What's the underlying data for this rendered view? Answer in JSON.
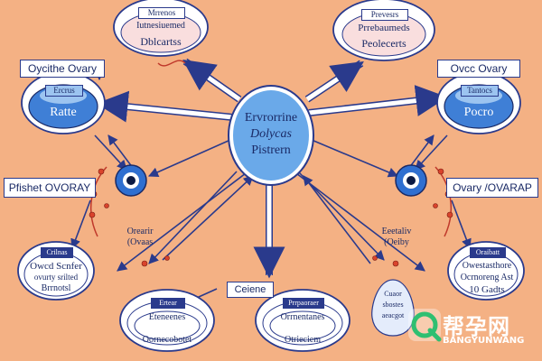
{
  "center": {
    "lines": [
      "Ervrorrine",
      "Dolycas",
      "Pistrern"
    ]
  },
  "labels": {
    "top_left_tag": "Mrrenos",
    "top_left": [
      "Iutnesiuemed",
      "Dblcartss"
    ],
    "top_right_tag": "Prevesrs",
    "top_right": [
      "Prrebaumeds",
      "Peolecerts"
    ],
    "left_box": "Oycithe Ovary",
    "right_box": "Ovcc Ovary",
    "left_oval_tag": "Ercrus",
    "left_oval": "Ratte",
    "right_oval_tag": "Tantocs",
    "right_oval": "Pocro",
    "left_mid_box": "Pfishet OVORAY",
    "right_mid_box": "Ovary /OVARAP",
    "left_small": [
      "Orearir",
      "(Ovaas"
    ],
    "right_small": [
      "Eeetaliv",
      "(Oeiby"
    ],
    "bl_tag": "Crilnas",
    "bl_oval": [
      "Owcd Scnfer",
      "ovurty srilted",
      "Brrnotsl"
    ],
    "br_tag": "Oraibatt",
    "br_oval": [
      "Owestasthore",
      "Ocrnoreng Ast",
      "10 Gadts"
    ],
    "bottom_box": "Ceiene",
    "bc_left_tag": "Ertear",
    "bc_left": [
      "Eteneenes",
      "Oornecobotet"
    ],
    "bc_right_tag": "Prrpaoraer",
    "bc_right": [
      "Orrnentanes",
      "Otrieciem"
    ],
    "egg": [
      "Cuaor",
      "sbostes",
      "aeacgot"
    ]
  },
  "watermark": {
    "cn": "帮孕网",
    "en": "BANGYUNWANG"
  },
  "colors": {
    "background": "#f4b184",
    "accent": "#2a3a8c",
    "center_fill": "#6aa9e9",
    "oval_fill": "#3f7fd6"
  }
}
